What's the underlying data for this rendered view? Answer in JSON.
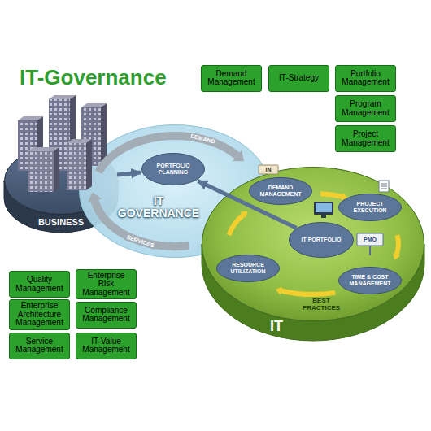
{
  "diagram": {
    "title": "IT-Governance",
    "nodes": [
      {
        "text": [
          "Demand Management"
        ]
      },
      {
        "text": [
          "IT-Strategy"
        ]
      },
      {
        "text": [
          "Portfolio Management"
        ]
      },
      {
        "text": [
          "Program Management"
        ]
      },
      {
        "text": [
          "Project Management"
        ]
      },
      {
        "text": [
          "BUSINESS"
        ]
      },
      {
        "text": [
          "IT GOVERNANCE"
        ]
      },
      {
        "text": [
          "PORTFOLIO PLANNING"
        ],
        "in": 6
      },
      {
        "text": [
          "IT"
        ]
      },
      {
        "text": [
          "DEMAND MANAGEMENT"
        ],
        "in": 8
      },
      {
        "text": [
          "PROJECT EXECUTION"
        ],
        "in": 8
      },
      {
        "text": [
          "IT PORTFOLIO"
        ],
        "in": 8
      },
      {
        "text": [
          "RESOURCE UTILIZATION"
        ],
        "in": 8
      },
      {
        "text": [
          "TIME & COST MANAGEMENT"
        ],
        "in": 8
      },
      {
        "text": [
          "Quality Management"
        ]
      },
      {
        "text": [
          "Enterprise Risk Management"
        ]
      },
      {
        "text": [
          "Enterprise Architecture Management"
        ]
      },
      {
        "text": [
          "Compliance Management"
        ]
      },
      {
        "text": [
          "Service Management"
        ]
      },
      {
        "text": [
          "IT-Value Management"
        ]
      }
    ],
    "edges": [
      {
        "from": 5,
        "to": 7,
        "arrow": "to"
      },
      {
        "from": 11,
        "to": 7,
        "arrow": "to"
      }
    ],
    "labels": [
      "DEMAND",
      "SERVICES",
      "BEST PRACTICES",
      "IN",
      "PMO"
    ]
  }
}
